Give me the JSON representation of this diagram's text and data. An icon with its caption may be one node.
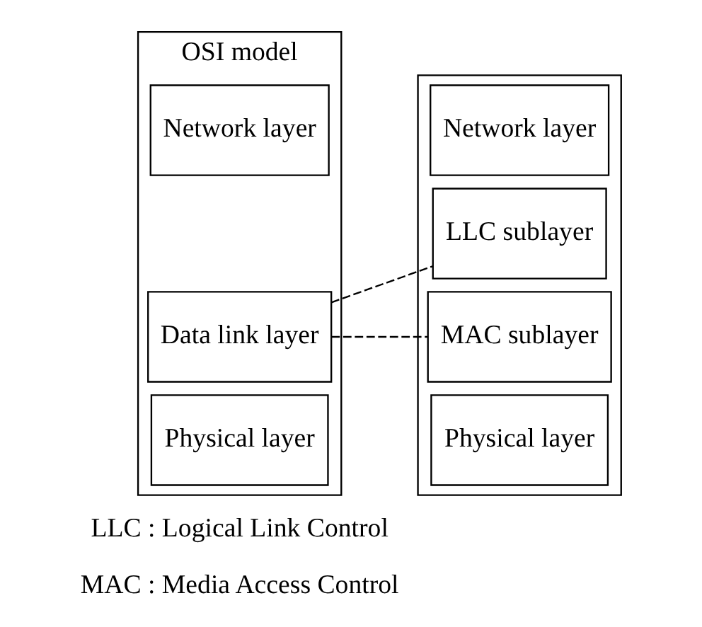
{
  "diagram": {
    "nodes": [
      {
        "text": [
          "OSI model"
        ]
      },
      {
        "text": [
          "Network layer"
        ],
        "in": 0
      },
      {
        "text": [
          "Data link layer"
        ],
        "in": 0
      },
      {
        "text": [
          "Physical layer"
        ],
        "in": 0
      },
      {
        "text": [],
        "shape": "box"
      },
      {
        "text": [
          "Network layer"
        ],
        "in": 4
      },
      {
        "text": [
          "LLC sublayer"
        ],
        "in": 4
      },
      {
        "text": [
          "MAC sublayer"
        ],
        "in": 4
      },
      {
        "text": [
          "Physical layer"
        ],
        "in": 4
      }
    ],
    "edges": [
      {
        "from": 2,
        "to": 6,
        "arrow": "none",
        "style": "dashed"
      },
      {
        "from": 2,
        "to": 7,
        "arrow": "none",
        "style": "dashed"
      }
    ],
    "labels": [
      "LLC : Logical Link Control",
      "MAC : Media Access Control"
    ]
  }
}
